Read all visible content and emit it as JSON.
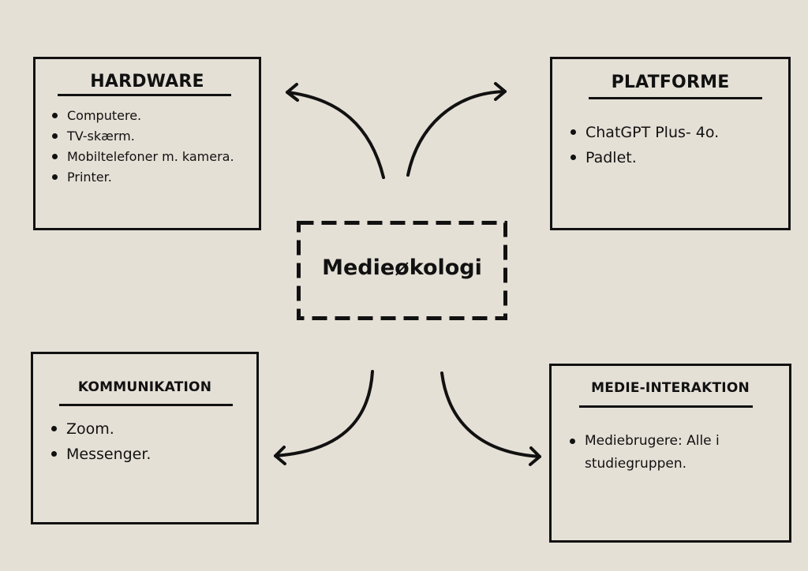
{
  "center": {
    "label": "Medieøkologi"
  },
  "boxes": {
    "hardware": {
      "title": "HARDWARE",
      "items": [
        "Computere.",
        "TV-skærm.",
        "Mobiltelefoner m. kamera.",
        "Printer."
      ]
    },
    "platforme": {
      "title": "PLATFORME",
      "items": [
        "ChatGPT Plus- 4o.",
        "Padlet."
      ]
    },
    "kommunikation": {
      "title": "KOMMUNIKATION",
      "items": [
        "Zoom.",
        "Messenger."
      ]
    },
    "medie_interaktion": {
      "title": "MEDIE-INTERAKTION",
      "items": [
        "Mediebrugere: Alle i studiegruppen."
      ]
    }
  },
  "colors": {
    "background": "#e5e0d6",
    "ink": "#111111"
  }
}
